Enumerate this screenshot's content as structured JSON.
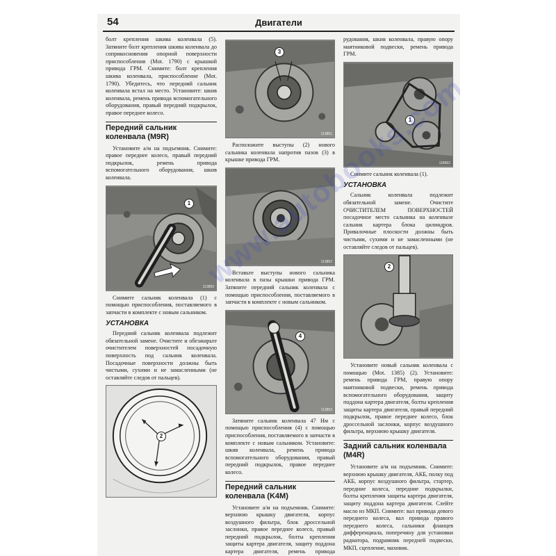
{
  "header": {
    "page_number": "54",
    "section": "Двигатели"
  },
  "col1": {
    "intro": "болт крепления шкива коленвала (5). Затяните болт крепления шкива коленвала до соприкосновения опорной поверхности приспособления (Mot. 1790) с крышкой привода ГРМ. Снимите: болт крепления шкива коленвала, приспособление (Mot. 1790). Убедитесь, что передний сальник коленвала встал на место. Установите: шкив коленвала, ремень привода вспомогательного оборудования, правый передний подкрылок, правое переднее колесо.",
    "heading1": "Передний сальник коленвала (M9R)",
    "removal": "Установите а/м на подъемник. Снимите: правое переднее колесо, правый передний подкрылок, ремень привода вспомогательного оборудования, шкив коленвала.",
    "fig1_caption": "Снимите сальник коленвала (1) с помощью приспособления, поставляемого в запчасти в комплекте с новым сальником.",
    "sub1": "УСТАНОВКА",
    "install": "Передний сальник коленвала подлежит обязательной замене. Очистите и обезжирьте очистителем поверхностей посадочную поверхность под сальник коленвала. Посадочные поверхности должны быть чистыми, сухими и не замасленными (не оставляйте следов от пальцев)."
  },
  "col2": {
    "fig1_caption": "Расположите выступы (2) нового сальника коленвала напротив пазов (3) в крышке привода ГРМ.",
    "fig2_caption": "Вставьте выступы нового сальника коленвала в пазы крышки привода ГРМ. Затяните передний сальник коленвала с помощью приспособления, поставляемого в запчасти в комплекте с новым сальником.",
    "fig3_caption": "Затяните сальник коленвала 47 Нм с помощью приспособления (4) с помощью приспособления, поставляемого в запчасти в комплекте с новым сальником. Установите: шкив коленвала, ремень привода вспомогательного оборудования, правый передний подкрылок, правое переднее колесо.",
    "heading1": "Передний сальник коленвала (K4M)",
    "removal": "Установите а/м на подъемник. Снимите: верхнюю крышку двигателя, корпус воздушного фильтра, блок дроссельной заслонки, правое переднее колесо, правый передний подкрылок, болты крепления защиты картера двигателя, защиту поддона картера двигателя, ремень привода вспомогательного обо-"
  },
  "col3": {
    "intro": "рудования, шкив коленвала, правую опору маятниковой подвески, ремень привода ГРМ.",
    "fig1_caption": "Снимите сальник коленвала (1).",
    "sub1": "УСТАНОВКА",
    "install": "Сальник коленвала подлежит обязательной замене. Очистите ОЧИСТИТЕЛЕМ ПОВЕРХНОСТЕЙ посадочное место сальника на коленвале сальник картера блока цилиндров. Привалочные плоскости должны быть чистыми, сухими и не замасленными (не оставляйте следов от пальцев).",
    "fig2_caption": "Установите новый сальник коленвала с помощью (Mot. 1385) (2). Установите: ремень привода ГРМ, правую опору маятниковой подвески, ремень привода вспомогательного оборудования, защиту поддона картера двигателя, болты крепления защиты картера двигателя, правый передний подкрылок, правое переднее колесо, блок дроссельной заслонки, корпус воздушного фильтра, верхнюю крышку двигателя.",
    "heading1": "Задний сальник коленвала (M4R)",
    "removal": "Установите а/м на подъемник. Снимите: верхнюю крышку двигателя, АКБ, полку под АКБ, корпус воздушного фильтра, стартер, передние колеса, передние подкрылки, болты крепления защиты картера двигателя, защиту поддона картера двигателя. Слейте масло из МКП. Снимите: вал привода девого переднего колеса, вал привода правого переднего колеса, сальники фланцев дифференциала, поперечину для установки радиатора, подрамник передней подвески, МКП, сцепление, маховик."
  },
  "figures": {
    "c1f1": {
      "callouts": [
        "1"
      ],
      "code": "113850"
    },
    "c1f2": {
      "callouts": [
        "2"
      ]
    },
    "c2f1": {
      "callouts": [
        "3"
      ],
      "code": "113851"
    },
    "c2f2": {
      "code": "113852"
    },
    "c2f3": {
      "callouts": [
        "4"
      ],
      "code": "113853"
    },
    "c3f1": {
      "callouts": [
        "1"
      ],
      "code": "118562"
    },
    "c3f2": {
      "callouts": [
        "2"
      ]
    }
  },
  "watermark": "www.autobooks.com.ua"
}
